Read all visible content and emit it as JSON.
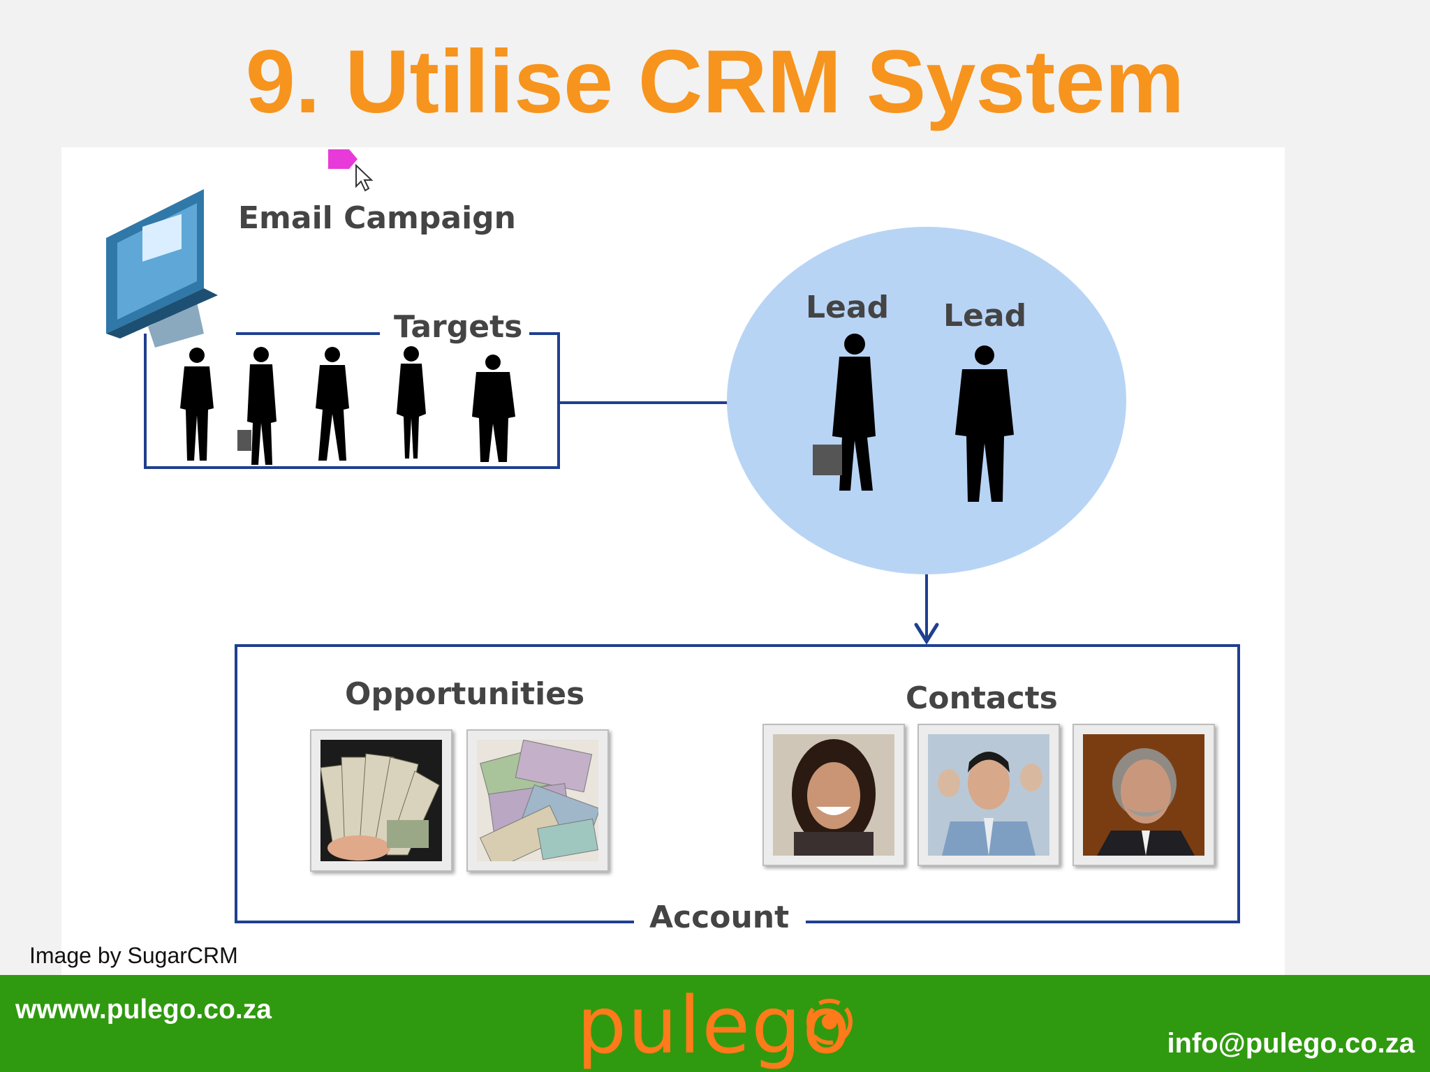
{
  "slide": {
    "title": "9. Utilise CRM System",
    "colors": {
      "title": "#f7941d",
      "footer": "#2f9a0f",
      "diagram_line": "#1f3f8f",
      "circle_fill": "#b8d4f5",
      "cursor_tag": "#e83ad8"
    }
  },
  "diagram": {
    "email_campaign_label": "Email Campaign",
    "targets_label": "Targets",
    "lead_labels": [
      "Lead",
      "Lead"
    ],
    "opportunities_label": "Opportunities",
    "contacts_label": "Contacts",
    "account_label": "Account",
    "icons": [
      "computer-monitor-icon",
      "person-silhouette-icon",
      "money-photo",
      "contact-photo",
      "cursor-icon"
    ]
  },
  "credit": "Image by SugarCRM",
  "footer": {
    "website": "wwww.pulego.co.za",
    "logo": "pulego",
    "email": "info@pulego.co.za"
  }
}
